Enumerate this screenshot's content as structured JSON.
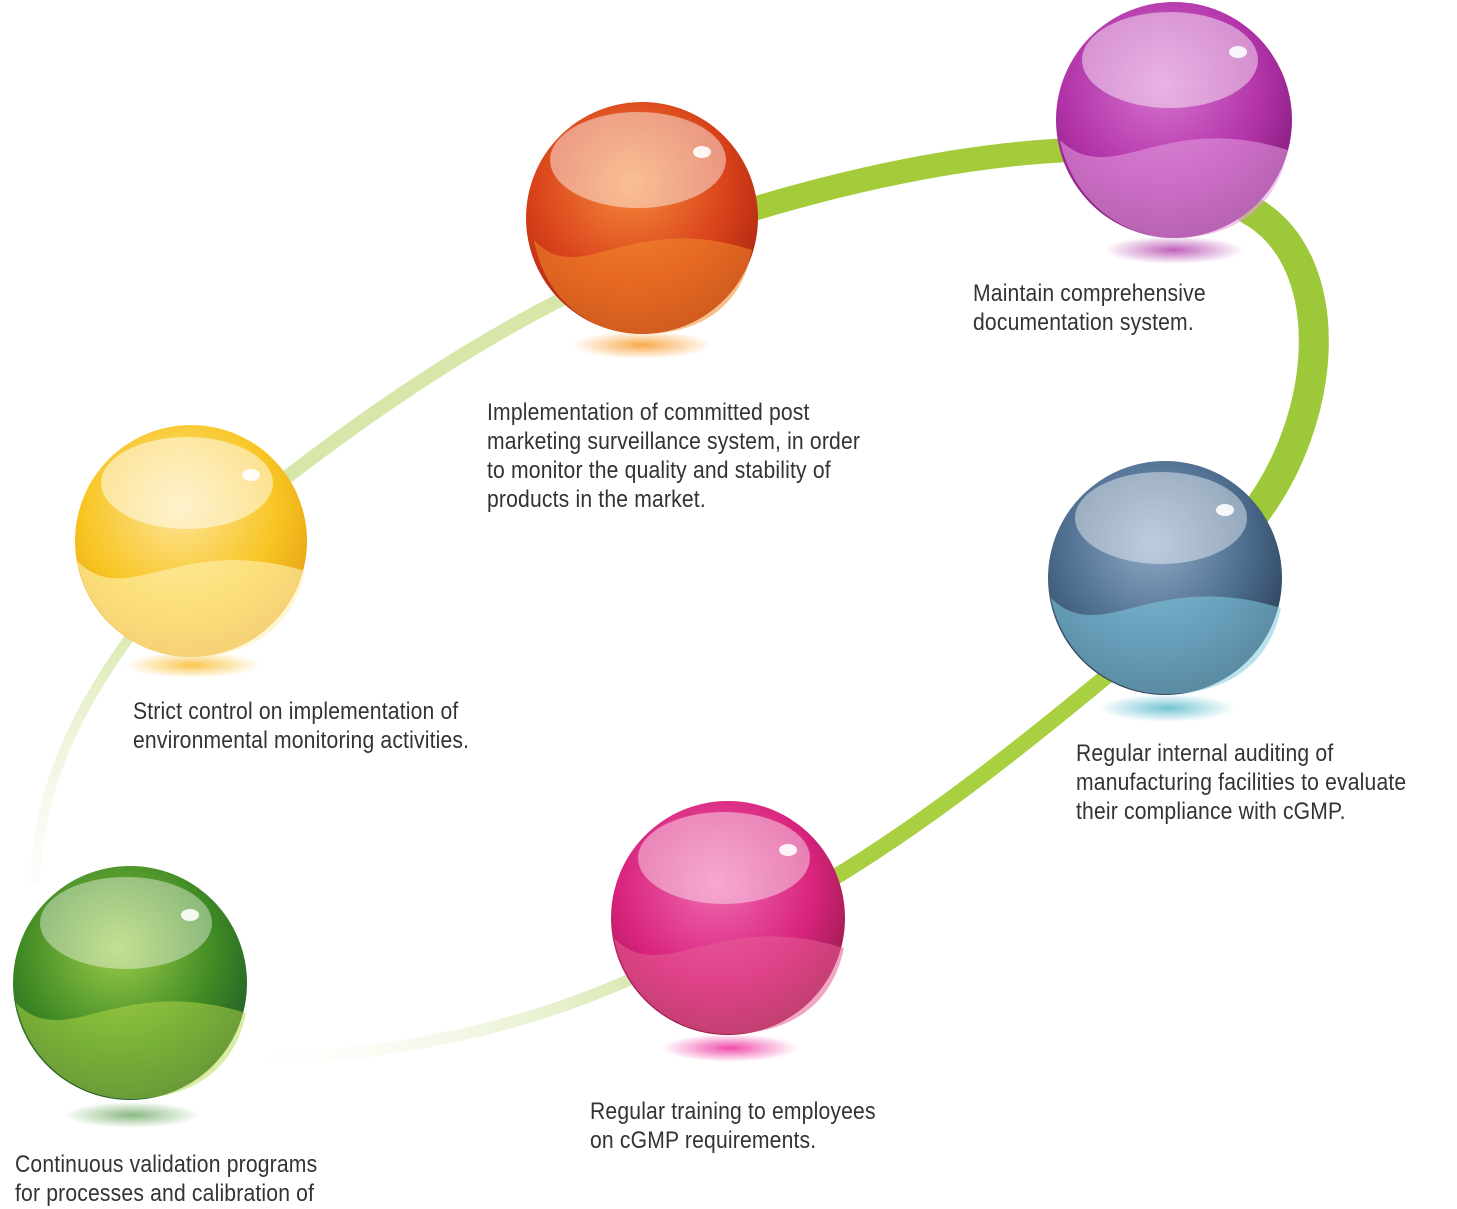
{
  "nodes": [
    {
      "id": "implementation",
      "color": "orange",
      "text": "Implementation of committed post\nmarketing surveillance system, in order\nto monitor the quality and stability of\nproducts in the market."
    },
    {
      "id": "documentation",
      "color": "purple",
      "text": "Maintain comprehensive\ndocumentation system."
    },
    {
      "id": "environment",
      "color": "yellow",
      "text": "Strict control on implementation of\nenvironmental monitoring activities."
    },
    {
      "id": "auditing",
      "color": "steel-blue",
      "text": "Regular internal auditing of\nmanufacturing facilities to evaluate\ntheir compliance with cGMP."
    },
    {
      "id": "training",
      "color": "magenta",
      "text": "Regular training to employees\non cGMP requirements."
    },
    {
      "id": "validation",
      "color": "green",
      "text": "Continuous validation programs\nfor processes and calibration of"
    }
  ],
  "colors": {
    "ring": "#9dc83a",
    "ring_light": "#e4eec9",
    "text": "#333333",
    "orange": "#e8561c",
    "purple": "#b233a8",
    "yellow": "#f7c51e",
    "steel-blue": "#4a6a8c",
    "magenta": "#d8237d",
    "green": "#3f8a24"
  }
}
